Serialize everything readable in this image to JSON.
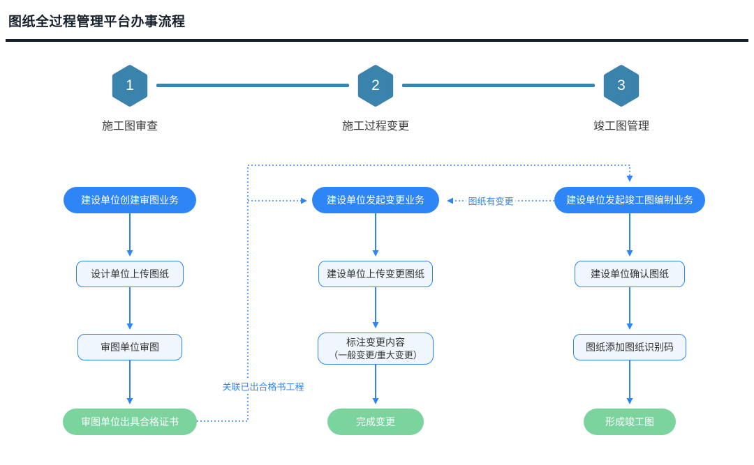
{
  "page": {
    "title": "图纸全过程管理平台办事流程"
  },
  "steps": [
    {
      "number": "1",
      "label": "施工图审查"
    },
    {
      "number": "2",
      "label": "施工过程变更"
    },
    {
      "number": "3",
      "label": "竣工图管理"
    }
  ],
  "columns": [
    {
      "nodes": [
        {
          "type": "start",
          "label": "建设单位创建审图业务"
        },
        {
          "type": "process",
          "label": "设计单位上传图纸"
        },
        {
          "type": "process",
          "label": "审图单位审图"
        },
        {
          "type": "end",
          "label": "审图单位出具合格证书"
        }
      ]
    },
    {
      "nodes": [
        {
          "type": "start",
          "label": "建设单位发起变更业务"
        },
        {
          "type": "process",
          "label": "建设单位上传变更图纸"
        },
        {
          "type": "process",
          "label": "标注变更内容",
          "label2": "（一般变更/重大变更）"
        },
        {
          "type": "end",
          "label": "完成变更"
        }
      ]
    },
    {
      "nodes": [
        {
          "type": "start",
          "label": "建设单位发起竣工图编制业务"
        },
        {
          "type": "process",
          "label": "建设单位确认图纸"
        },
        {
          "type": "process",
          "label": "图纸添加图纸识别码"
        },
        {
          "type": "end",
          "label": "形成竣工图"
        }
      ]
    }
  ],
  "connector_labels": {
    "link_certificate": "关联已出合格书工程",
    "drawing_changed": "图纸有变更"
  },
  "colors": {
    "accent_blue": "#2e86f6",
    "node_light_fill": "#eff6fe",
    "success_green": "#7bd39e",
    "step_steel_blue": "#3a83ad",
    "heading_dark": "#17212b"
  }
}
